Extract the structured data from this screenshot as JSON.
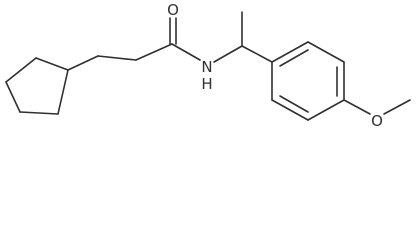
{
  "molecule": {
    "atoms": {
      "oxygen_carbonyl": "O",
      "nitrogen": "N",
      "nitrogen_hydrogen": "H",
      "oxygen_methoxy": "O"
    }
  }
}
